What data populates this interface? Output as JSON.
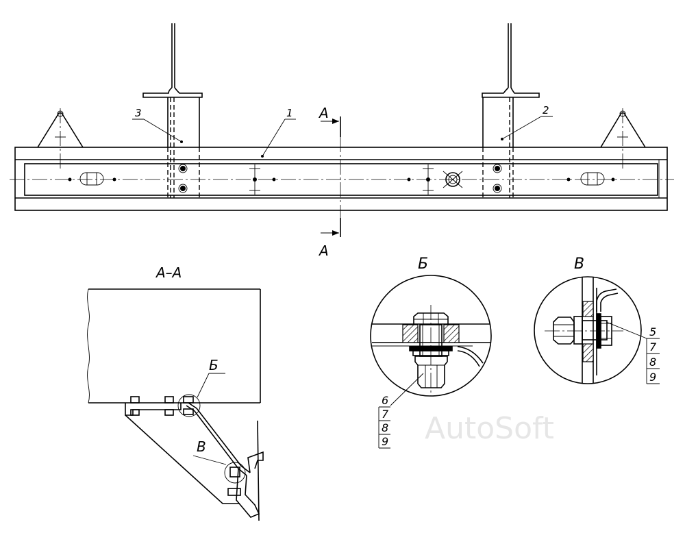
{
  "drawing": {
    "section_label": "А",
    "section_title": "А–А",
    "detail_b": "Б",
    "detail_v": "В",
    "positions": {
      "p1": "1",
      "p2": "2",
      "p3": "3",
      "p5": "5",
      "p6": "6",
      "p7": "7",
      "p8": "8",
      "p9": "9"
    },
    "watermark": "AutoSoft"
  }
}
